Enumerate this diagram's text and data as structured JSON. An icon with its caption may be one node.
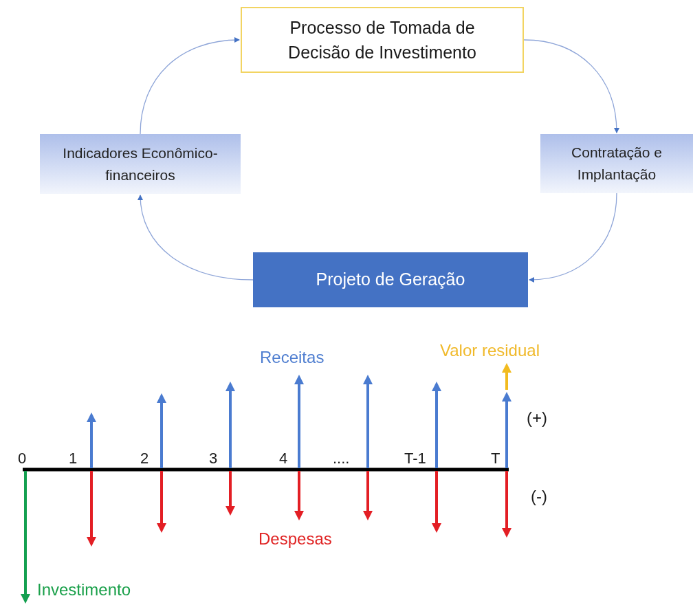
{
  "diagram": {
    "nodes": [
      {
        "text": [
          "Processo de Tomada de Decisão de Investimento"
        ]
      },
      {
        "text": [
          "Contratação e Implantação"
        ]
      },
      {
        "text": [
          "Projeto de Geração"
        ]
      },
      {
        "text": [
          "Indicadores Econômico-financeiros"
        ]
      }
    ],
    "edges": [
      {
        "from": 0,
        "to": 1,
        "arrow": "to"
      },
      {
        "from": 1,
        "to": 2,
        "arrow": "to"
      },
      {
        "from": 2,
        "to": 3,
        "arrow": "to"
      },
      {
        "from": 3,
        "to": 0,
        "arrow": "to"
      }
    ],
    "labels": [
      "Valor residual",
      "Receitas",
      "(+)",
      "0",
      "1",
      "2",
      "3",
      "4",
      "....",
      "T-1",
      "T",
      "(-)",
      "Despesas",
      "Investimento"
    ]
  }
}
